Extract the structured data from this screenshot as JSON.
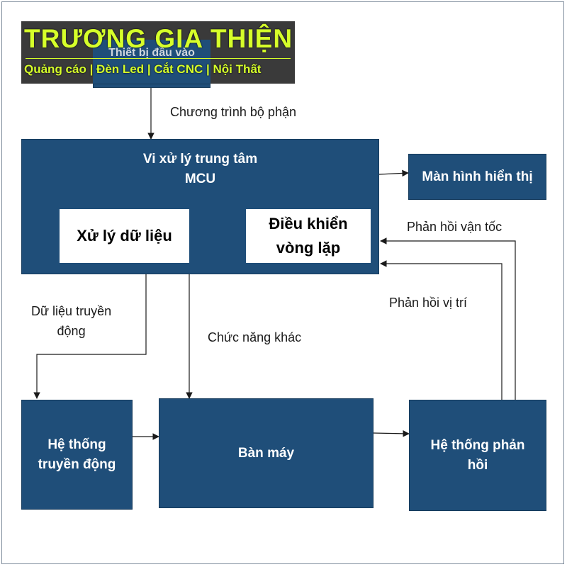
{
  "logo": {
    "title": "TRƯƠNG GIA THIỆN",
    "subtitle": "Quảng cáo | Đèn Led | Cắt CNC | Nội Thất",
    "hidden_box_text": "Thiết bị đầu vào"
  },
  "nodes": {
    "mcu_line1": "Vi xử lý trung tâm",
    "mcu_line2": "MCU",
    "data_processing": "Xử lý dữ liệu",
    "loop_control": "Điều khiển\nvòng lặp",
    "display": "Màn hình hiển thị",
    "drive_system": "Hệ thống\ntruyền động",
    "machine_table": "Bàn máy",
    "feedback_system": "Hệ thống phản\nhồi"
  },
  "edges": {
    "program": "Chương trình bộ phận",
    "drive_data": "Dữ liệu truyền\nđộng",
    "other_functions": "Chức năng khác",
    "speed_feedback": "Phản hồi vận tốc",
    "position_feedback": "Phản hồi vị trí"
  },
  "colors": {
    "box_fill": "#1f4e79",
    "logo_text": "#d6ff2a",
    "line": "#1a1a1a"
  }
}
